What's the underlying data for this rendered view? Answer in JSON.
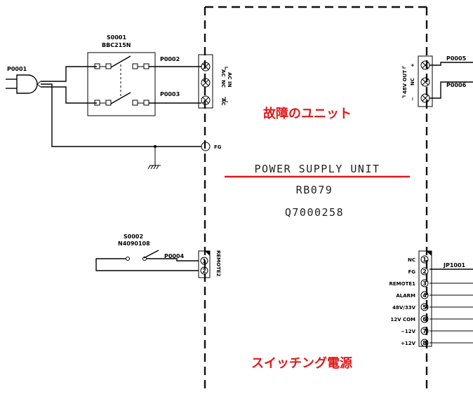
{
  "unit": {
    "title": "POWER SUPPLY UNIT",
    "model": "RB079",
    "part_number": "Q7000258"
  },
  "annotations": {
    "faulty_unit": "故障のユニット",
    "switching_psu": "スイッチング電源"
  },
  "labels": {
    "p0001": "P0001",
    "p0002": "P0002",
    "p0003": "P0003",
    "p0004": "P0004",
    "p0005": "P0005",
    "p0006": "P0006",
    "s0001": "S0001",
    "s0001_part": "BBC215N",
    "s0002": "S0002",
    "s0002_part": "N4090108",
    "fg": "FG",
    "jp1001": "JP1001"
  },
  "ac_terminal": {
    "ac_top": "AC",
    "nc": "NC",
    "ac_bottom": "AC",
    "ac_in": "AC IN"
  },
  "out_terminal": {
    "plus": "+",
    "nc": "NC",
    "minus": "−",
    "out": "48V OUT"
  },
  "remote_terminal": {
    "label": "REMOTE2",
    "pins": [
      "1",
      "2"
    ]
  },
  "jp_pins": [
    {
      "num": "1",
      "name": "NC"
    },
    {
      "num": "2",
      "name": "FG"
    },
    {
      "num": "3",
      "name": "REMOTE1"
    },
    {
      "num": "4",
      "name": "ALARM"
    },
    {
      "num": "5",
      "name": "48V/33V"
    },
    {
      "num": "6",
      "name": "12V COM"
    },
    {
      "num": "7",
      "name": "−12V"
    },
    {
      "num": "8",
      "name": "+12V"
    }
  ]
}
